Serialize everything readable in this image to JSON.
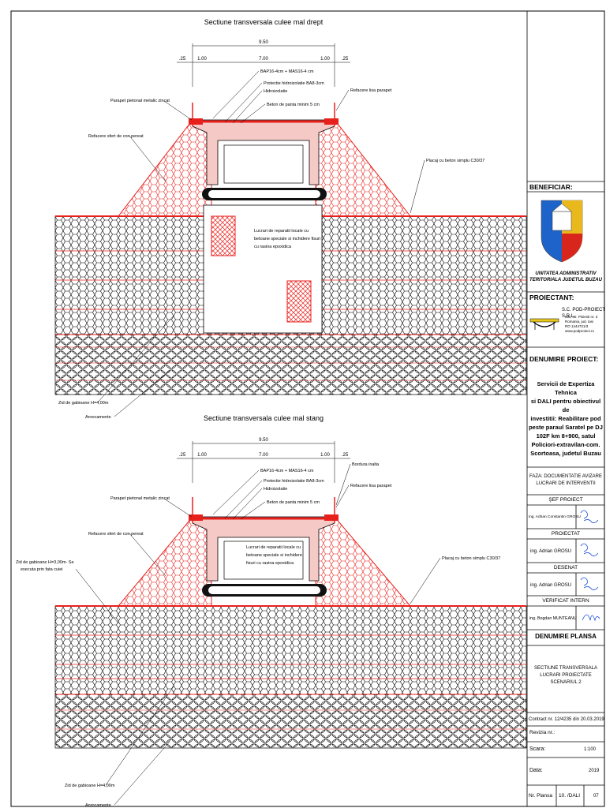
{
  "sections": [
    {
      "title": "Sectiune transversala culee mal drept",
      "dims_total": "9.50",
      "dims_parts": [
        ".25",
        "1.00",
        "7.00",
        "1.00",
        ".25"
      ],
      "labels": {
        "bap": "BAP16-4cm + MAS16-4 cm",
        "protectie": "Protectie hidroizolatie BA8-3cm",
        "hidroizolatie": "Hidroizolatie",
        "beton_panta": "Beton de panta minim 5 cm",
        "refacere_parapet": "Refacere lisa parapet",
        "parapet_pietonal": "Parapet pietonal metalic zincat",
        "refacere_sfert": "Refacere sfert de con pereat",
        "placaj": "Placaj cu beton simplu C30/37",
        "lucrari1": "Lucrari de reparatii locale cu",
        "lucrari2": "betoane speciale si inchidere fisuri",
        "lucrari3": "cu rasina epoxidica",
        "zid": "Zid de gabioane H=4,00m",
        "arrocamente": "Anrocamente"
      }
    },
    {
      "title": "Sectiune transversala culee mal stang",
      "dims_total": "9.50",
      "dims_parts": [
        ".25",
        "1.00",
        "7.00",
        "1.00",
        ".25"
      ],
      "labels": {
        "bordura": "Bordura inalta",
        "bap": "BAP16-4cm + MAS16-4 cm",
        "protectie": "Protectie hidroizolatie BA8-3cm",
        "hidroizolatie": "Hidroizolatie",
        "beton_panta": "Beton de panta minim 5 cm",
        "refacere_parapet": "Refacere lisa parapet",
        "parapet_pietonal": "Parapet pietonal metalic zincat",
        "refacere_sfert": "Refacere sfert de con pereat",
        "zid_gab1": "Zid de gabioane H=3,00m- Se",
        "zid_gab2": "executa prin fata cuiei",
        "placaj": "Placaj cu beton simplu C30/37",
        "lucrari1": "Lucrari de reparatii locale cu",
        "lucrari2": "betoane speciale si inchidere",
        "lucrari3": "fisuri cu rasina epoxidica",
        "zid": "Zid de gabioane H=4,00m",
        "arrocamente": "Anrocamente"
      }
    }
  ],
  "titleblock": {
    "beneficiar_label": "BENEFICIAR:",
    "beneficiar_name1": "UNITATEA ADMINISTRATIV",
    "beneficiar_name2": "TERITORIALA JUDETUL BUZAU",
    "proiectant_label": "PROIECTANT:",
    "proiectant_firm": "S.C. POD-PROIECT S.R.L.",
    "proiectant_addr1": "Iasi, str. Ploiesti nr. 3",
    "proiectant_addr2": "Romania, jud. Iasi",
    "proiectant_tel": "RO 1444721/3",
    "proiectant_web": "www.podproiect.ro",
    "denumire_label": "DENUMIRE PROIECT:",
    "denumire_lines": [
      "Servicii de Expertiza Tehnica",
      "si DALI pentru obiectivul de",
      "investitii: Reabilitare pod",
      "peste paraul Saratel pe DJ",
      "102F km 8+900, satul",
      "Policiori-extravilan-com.",
      "Scortoasa, judetul Buzau"
    ],
    "faza_line1": "FAZA: DOCUMENTATIE AVIZARE",
    "faza_line2": "LUCRARI DE INTERVENTII",
    "sef_label": "ŞEF PROIECT",
    "sef_name": "ing. Adrian Constantin GROSU",
    "proiectat_label": "PROIECTAT",
    "proiectat_name": "ing. Adrian GROSU",
    "desenat_label": "DESENAT",
    "desenat_name": "ing. Adrian GROSU",
    "verificat_label": "VERIFICAT INTERN",
    "verificat_name": "ing. Bogdan MUNTEANU",
    "denumire_plansa_label": "DENUMIRE PLANSA",
    "plansa_lines": [
      "SECTIUNE TRANSVERSALA",
      "LUCRARI PROIECTATE",
      "SCENARIUL 2"
    ],
    "contract": "Contract nr. 12/4235 din 20.03.2019",
    "revizia": "Revizia nr.:",
    "scara_label": "Scara:",
    "scara_value": "1:100",
    "data_label": "Data:",
    "data_value": "2019",
    "plansa_label": "Nr. Plansa",
    "plansa_value": "10. /DALI",
    "plansa_no": "07"
  },
  "colors": {
    "red": "#e8201c",
    "black": "#000000",
    "fill": "#f4c9c6"
  }
}
